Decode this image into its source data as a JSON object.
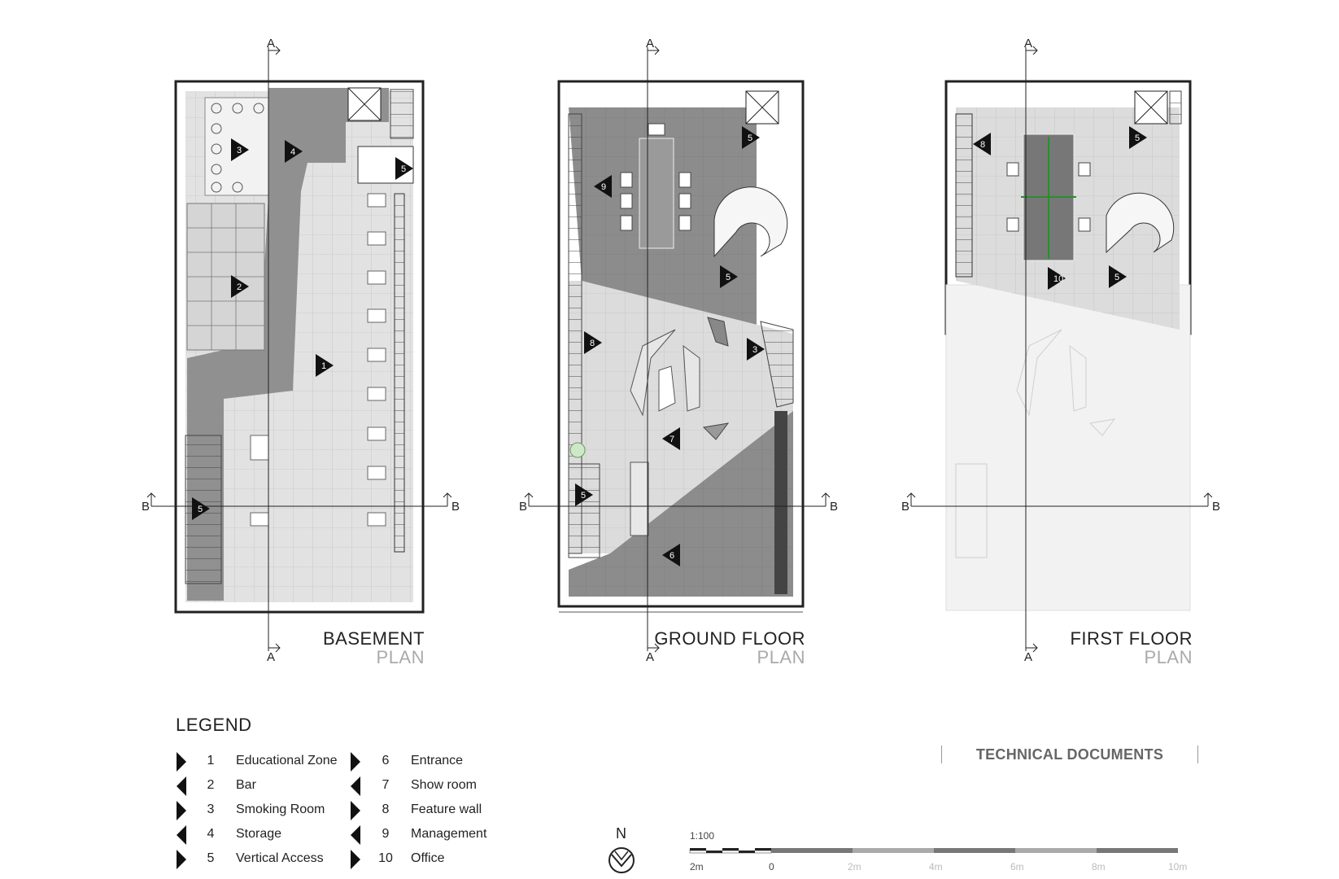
{
  "plans": [
    {
      "title": "BASEMENT",
      "subtitle": "PLAN"
    },
    {
      "title": "GROUND FLOOR",
      "subtitle": "PLAN"
    },
    {
      "title": "FIRST FLOOR",
      "subtitle": "PLAN"
    }
  ],
  "section_labels": {
    "a": "A",
    "b": "B"
  },
  "legend": {
    "title": "LEGEND",
    "items": [
      {
        "num": "1",
        "label": "Educational Zone"
      },
      {
        "num": "2",
        "label": "Bar"
      },
      {
        "num": "3",
        "label": "Smoking Room"
      },
      {
        "num": "4",
        "label": "Storage"
      },
      {
        "num": "5",
        "label": "Vertical Access"
      },
      {
        "num": "6",
        "label": "Entrance"
      },
      {
        "num": "7",
        "label": "Show room"
      },
      {
        "num": "8",
        "label": "Feature wall"
      },
      {
        "num": "9",
        "label": "Management"
      },
      {
        "num": "10",
        "label": "Office"
      }
    ]
  },
  "technical_documents": "TECHNICAL DOCUMENTS",
  "north": "N",
  "scale": {
    "ratio": "1:100",
    "labels": [
      "2m",
      "0",
      "2m",
      "4m",
      "6m",
      "8m",
      "10m"
    ]
  },
  "plan_markers": {
    "basement": [
      "3",
      "4",
      "5",
      "2",
      "1",
      "5"
    ],
    "ground": [
      "9",
      "5",
      "5",
      "8",
      "3",
      "7",
      "5",
      "6"
    ],
    "first": [
      "8",
      "5",
      "10",
      "5"
    ]
  },
  "colors": {
    "dark_zone": "#8c8c8c",
    "light_zone": "#dcdcdc",
    "wall": "#222222",
    "faded": "#ececec"
  }
}
